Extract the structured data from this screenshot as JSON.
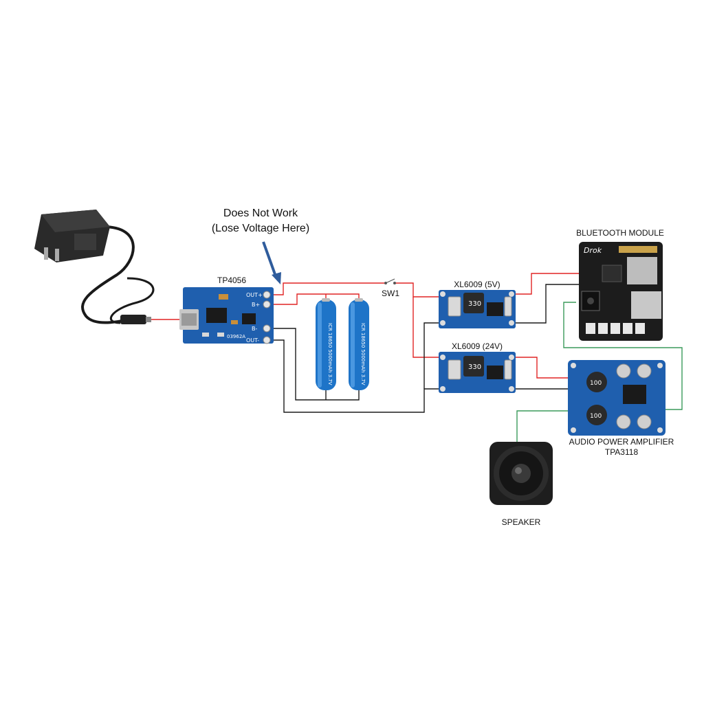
{
  "annotation": {
    "line1": "Does Not Work",
    "line2": "(Lose Voltage Here)"
  },
  "components": {
    "charger_module": "TP4056",
    "switch": "SW1",
    "boost_5v": "XL6009 (5V)",
    "boost_24v": "XL6009 (24V)",
    "bluetooth": "BLUETOOTH MODULE",
    "amplifier_line1": "AUDIO POWER AMPLIFIER",
    "amplifier_line2": "TPA3118",
    "speaker": "SPEAKER"
  },
  "board_markings": {
    "tp4056_out_plus": "OUT+",
    "tp4056_b_plus": "B+",
    "tp4056_b_minus": "B-",
    "tp4056_out_minus": "OUT-",
    "tp4056_code": "03962A",
    "inductor": "330",
    "amp_inductor": "100",
    "battery_text": "ICR 18650 5000mAh 3.7V",
    "brand": "Drok"
  },
  "colors": {
    "positive_wire": "#e02424",
    "negative_wire": "#1a1a1a",
    "audio_wire": "#3a9a5a",
    "pcb_blue": "#1f5fae",
    "pcb_black": "#1c1c1c",
    "battery_blue": "#1e74c8",
    "arrow": "#2f5c9c"
  }
}
